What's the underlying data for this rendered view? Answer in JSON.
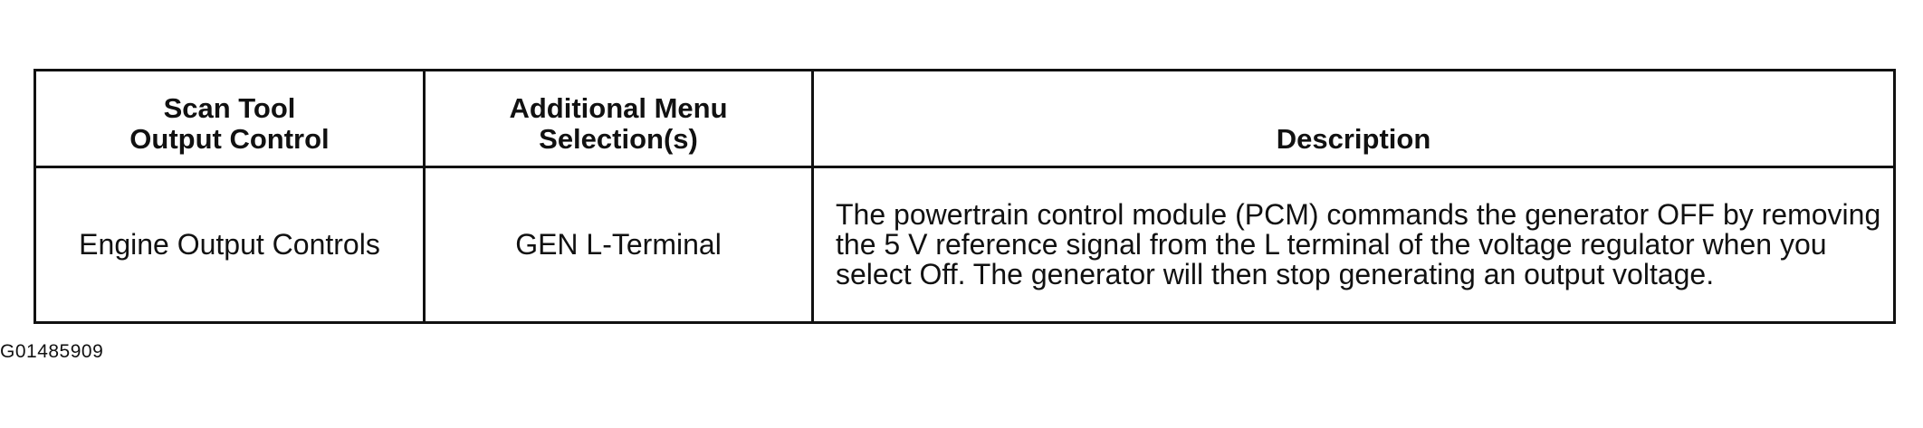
{
  "table": {
    "headers": [
      "Scan Tool\nOutput Control",
      "Additional Menu\nSelection(s)",
      "Description"
    ],
    "rows": [
      {
        "output_control": "Engine Output Controls",
        "menu_selection": "GEN L-Terminal",
        "description": "The powertrain control module (PCM) commands the generator OFF by removing the 5 V reference signal from the L terminal of the voltage regulator when you select Off. The generator will then stop generating an output voltage."
      }
    ]
  },
  "figure_id": "G01485909"
}
